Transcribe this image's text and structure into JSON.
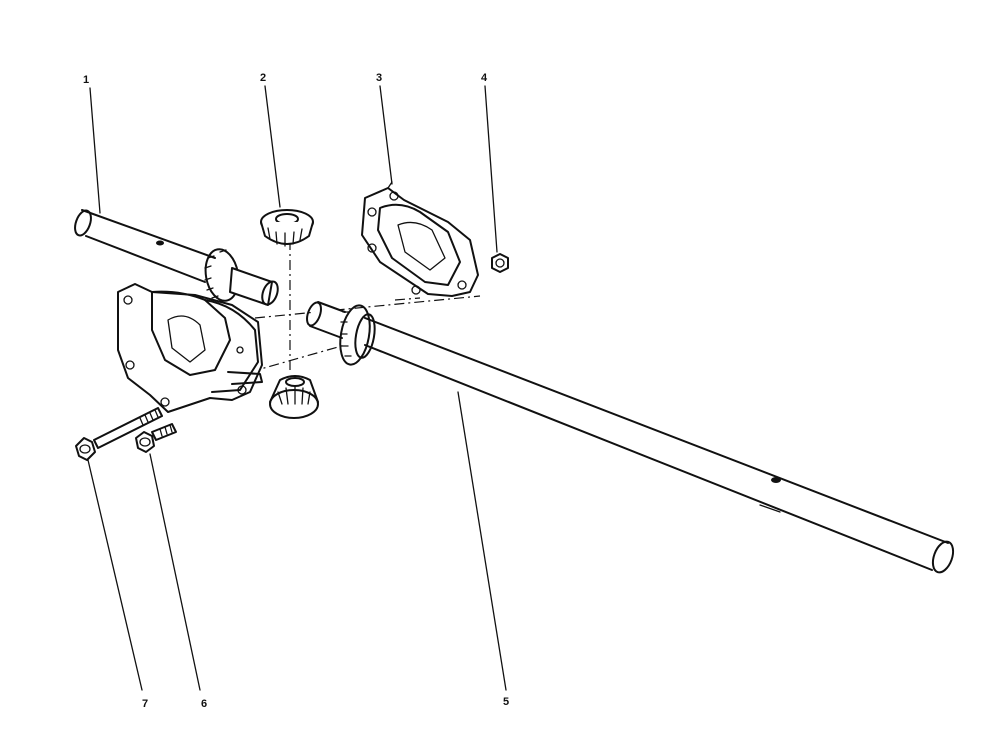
{
  "diagram": {
    "callouts": [
      {
        "id": "1",
        "label": "1"
      },
      {
        "id": "2",
        "label": "2"
      },
      {
        "id": "3",
        "label": "3"
      },
      {
        "id": "4",
        "label": "4"
      },
      {
        "id": "5",
        "label": "5"
      },
      {
        "id": "6",
        "label": "6"
      },
      {
        "id": "7",
        "label": "7"
      }
    ],
    "parts": [
      {
        "callout": "1",
        "icon": "axle-shaft-short-icon"
      },
      {
        "callout": "2",
        "icon": "bevel-pinion-gear-icon"
      },
      {
        "callout": "3",
        "icon": "gear-housing-half-icon"
      },
      {
        "callout": "4",
        "icon": "hex-nut-icon"
      },
      {
        "callout": "5",
        "icon": "axle-shaft-long-icon"
      },
      {
        "callout": "6",
        "icon": "flange-bolt-short-icon"
      },
      {
        "callout": "7",
        "icon": "flange-bolt-long-icon"
      }
    ],
    "ink_color": "#111111",
    "background_color": "#ffffff"
  }
}
